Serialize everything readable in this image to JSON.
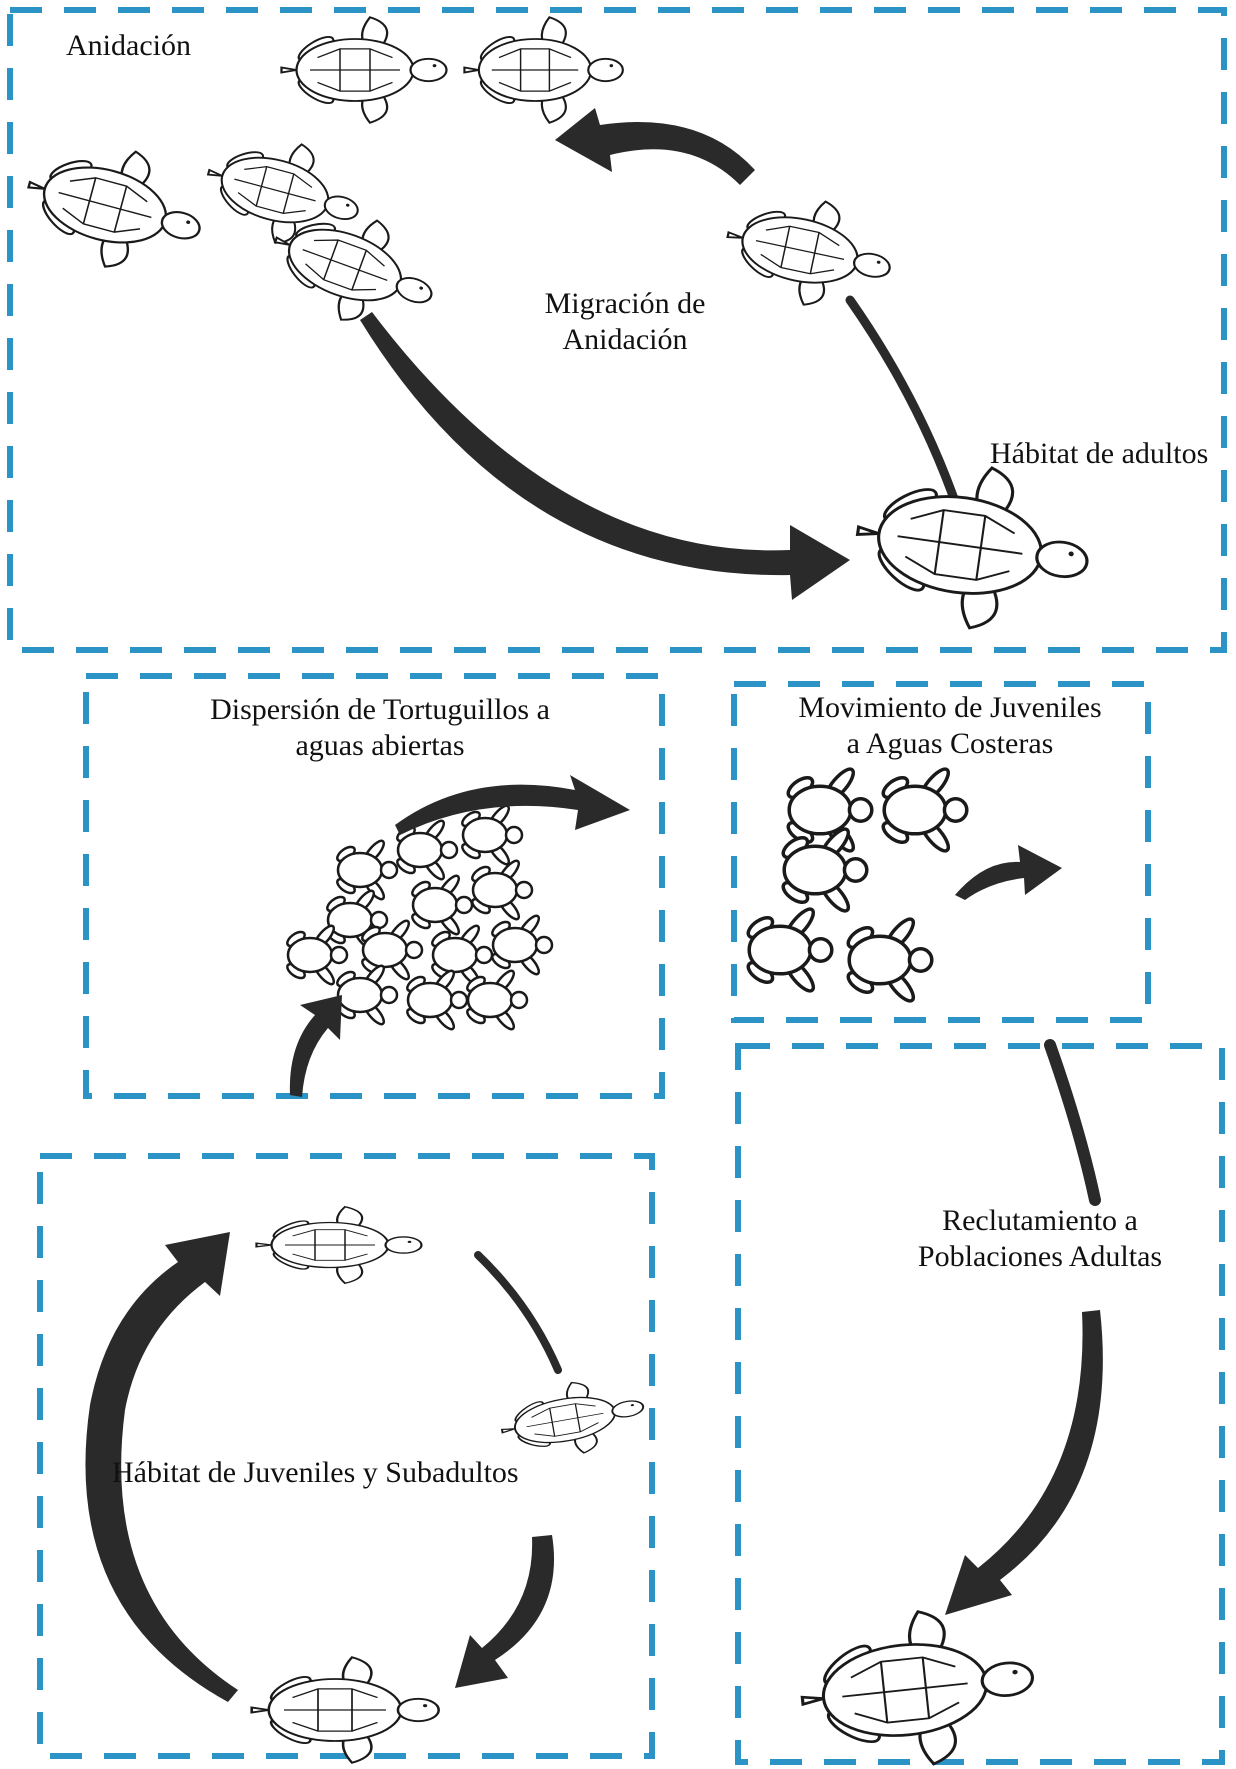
{
  "boxes": {
    "nesting_area": {
      "labels": {
        "nesting": "Anidación",
        "nesting_migration": [
          "Migración de",
          "Anidación"
        ],
        "adult_habitat": "Hábitat de adultos"
      }
    },
    "hatchling_dispersal": {
      "title": [
        "Dispersión de Tortuguillos a",
        "aguas abiertas"
      ]
    },
    "juvenile_movement": {
      "title": [
        "Movimiento de Juveniles",
        "a Aguas Costeras"
      ]
    },
    "juvenile_habitat": {
      "title": "Hábitat de Juveniles y Subadultos"
    },
    "recruitment": {
      "title": [
        "Reclutamiento a",
        "Poblaciones Adultas"
      ]
    }
  },
  "colors": {
    "dashed_border": "#2b93c5",
    "arrow": "#2a2a2a",
    "turtle_outline": "#1a1a1a",
    "text": "#111111"
  },
  "icons": [
    "sea-turtle-icon",
    "hatchling-icon",
    "curved-arrow-icon"
  ]
}
